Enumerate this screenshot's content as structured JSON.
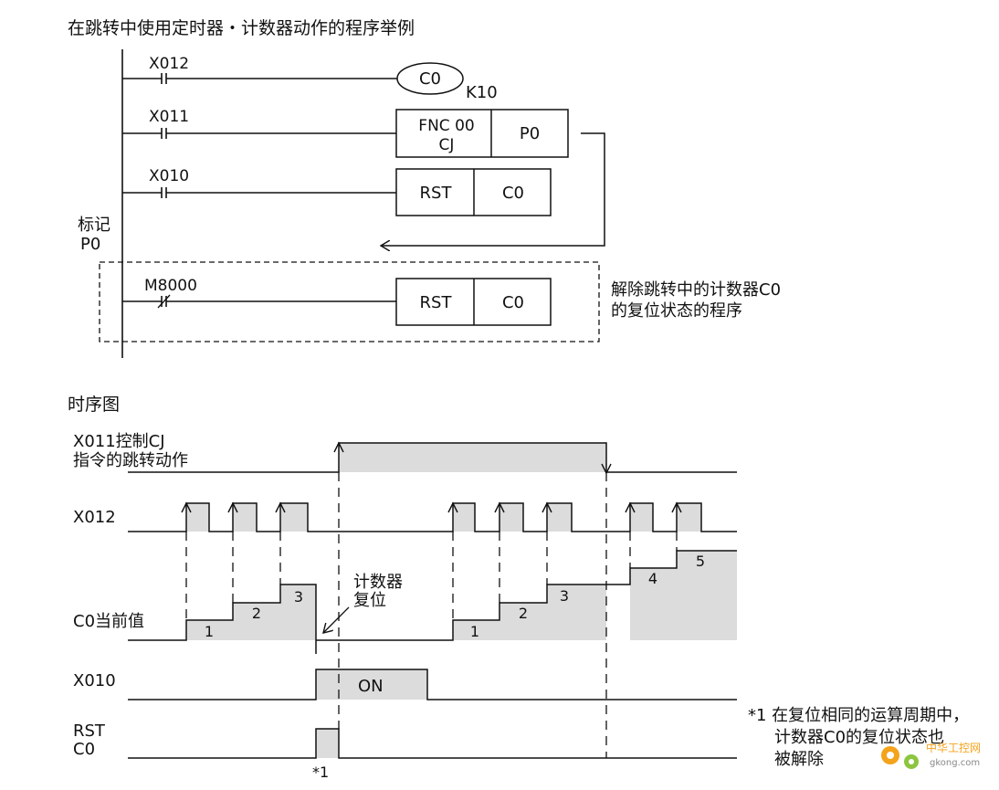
{
  "section1_title": "在跳转中使用定时器・计数器动作的程序举例",
  "ladder": {
    "rung1": {
      "contact": "X012",
      "coil": "C0",
      "coil_setting": "K10"
    },
    "rung2": {
      "contact": "X011",
      "box_top": "FNC 00",
      "box_bottom": "CJ",
      "box_operand": "P0"
    },
    "rung3": {
      "contact": "X010",
      "box_instr": "RST",
      "box_operand": "C0"
    },
    "label_line1": "标记",
    "label_line2": "P0",
    "rung4": {
      "contact": "M8000",
      "box_instr": "RST",
      "box_operand": "C0"
    },
    "note_line1": "解除跳转中的计数器C0",
    "note_line2": "的复位状态的程序"
  },
  "section2_title": "时序图",
  "timing": {
    "cj_label_line1": "X011控制CJ",
    "cj_label_line2": "指令的跳转动作",
    "x012_label": "X012",
    "c0_label": "C0当前值",
    "x010_label": "X010",
    "rst_label_line1": "RST",
    "rst_label_line2": "C0",
    "steps": [
      "1",
      "2",
      "3",
      "1",
      "2",
      "3",
      "4",
      "5"
    ],
    "reset_note_line1": "计数器",
    "reset_note_line2": "复位",
    "on_label": "ON",
    "star_label": "*1"
  },
  "footnote": {
    "line1": "*1  在复位相同的运算周期中，",
    "line2": "计数器C0的复位状态也",
    "line3": "被解除"
  },
  "watermark": {
    "text1": "中华工控网",
    "text2": "gkong.com"
  }
}
